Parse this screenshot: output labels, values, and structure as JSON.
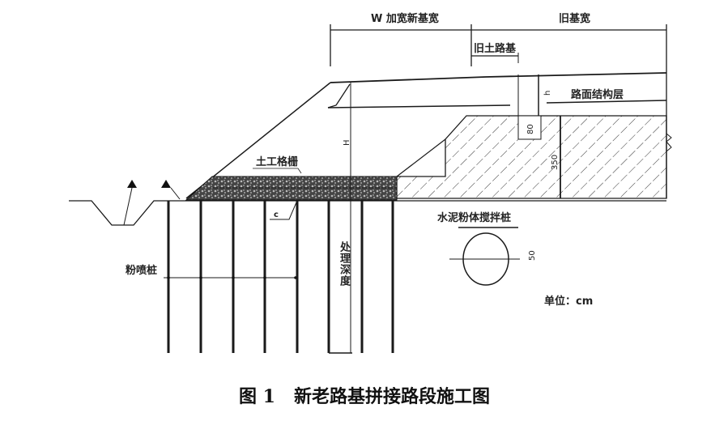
{
  "labels": {
    "new_width": "W 加宽新基宽",
    "old_width": "旧基宽",
    "old_subgrade": "旧土路基",
    "pavement_layer": "路面结构层",
    "geogrid": "土工格栅",
    "mixing_pile": "水泥粉体搅拌桩",
    "powder_pile": "粉喷桩",
    "treatment_depth": "处理深度",
    "unit": "单位：cm"
  },
  "dimensions": {
    "h": "h",
    "H": "H",
    "d80": "80",
    "d350": "350",
    "c": "c",
    "d50": "50"
  },
  "caption": "图 1   新老路基拼接路段施工图"
}
